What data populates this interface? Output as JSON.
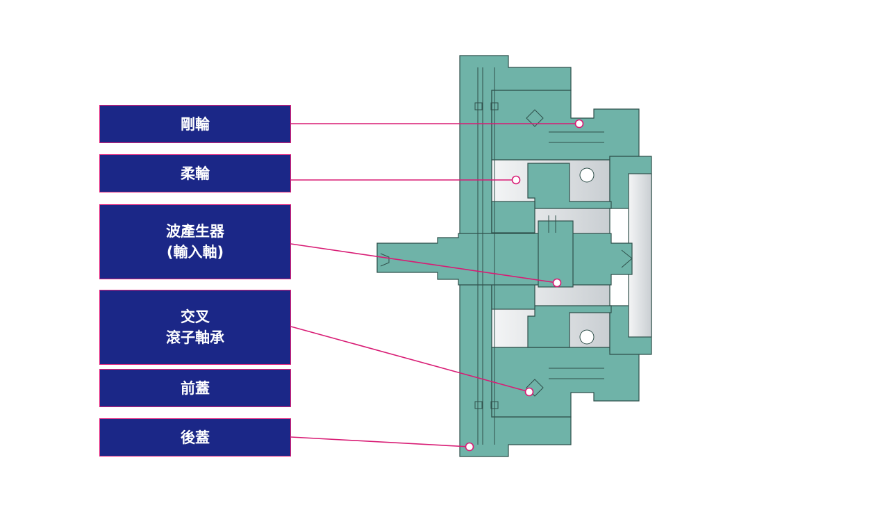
{
  "labels": {
    "rigid_gear": [
      "剛輪"
    ],
    "flexspline": [
      "柔輪"
    ],
    "wave_generator": [
      "波產生器",
      "(輸入軸)"
    ],
    "cross_roller_bearing": [
      "交叉",
      "滾子軸承"
    ],
    "front_cover": [
      "前蓋"
    ],
    "rear_cover": [
      "後蓋"
    ]
  },
  "colors": {
    "label_bg": "#1b2787",
    "label_border": "#e0207a",
    "leader_line": "#d81b74",
    "part_teal": "#6fb3a8",
    "part_outline": "#2f4f4a",
    "inner_gray": "#d9dde0"
  }
}
